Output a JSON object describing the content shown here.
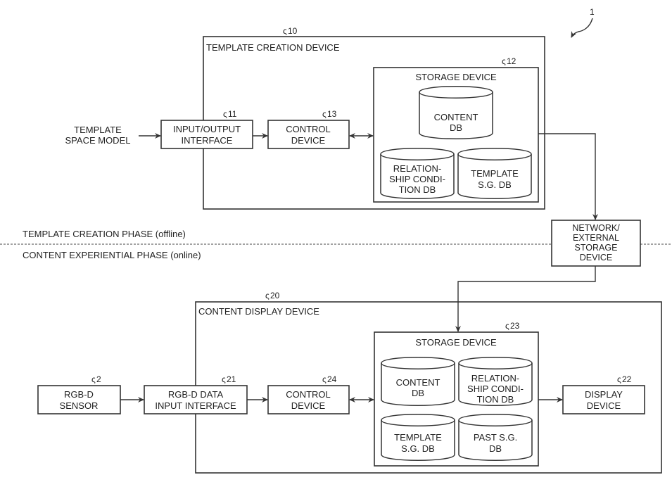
{
  "system_ref": "1",
  "template_creation_device": {
    "ref": "10",
    "title": "TEMPLATE CREATION DEVICE",
    "input_label": [
      "TEMPLATE",
      "SPACE MODEL"
    ],
    "io_interface": {
      "ref": "11",
      "lines": [
        "INPUT/OUTPUT",
        "INTERFACE"
      ]
    },
    "control_device": {
      "ref": "13",
      "lines": [
        "CONTROL",
        "DEVICE"
      ]
    },
    "storage": {
      "ref": "12",
      "title": "STORAGE DEVICE",
      "dbs": [
        {
          "lines": [
            "CONTENT",
            "DB"
          ]
        },
        {
          "lines": [
            "RELATION-",
            "SHIP CONDI-",
            "TION DB"
          ]
        },
        {
          "lines": [
            "TEMPLATE",
            "S.G. DB"
          ]
        }
      ]
    }
  },
  "network": {
    "lines": [
      "NETWORK/",
      "EXTERNAL",
      "STORAGE",
      "DEVICE"
    ]
  },
  "phases": {
    "offline": "TEMPLATE CREATION PHASE (offline)",
    "online": "CONTENT EXPERIENTIAL PHASE (online)"
  },
  "content_display_device": {
    "ref": "20",
    "title": "CONTENT DISPLAY DEVICE",
    "sensor": {
      "ref": "2",
      "lines": [
        "RGB-D",
        "SENSOR"
      ]
    },
    "input_interface": {
      "ref": "21",
      "lines": [
        "RGB-D DATA",
        "INPUT INTERFACE"
      ]
    },
    "control_device": {
      "ref": "24",
      "lines": [
        "CONTROL",
        "DEVICE"
      ]
    },
    "storage": {
      "ref": "23",
      "title": "STORAGE DEVICE",
      "dbs": [
        {
          "lines": [
            "CONTENT",
            "DB"
          ]
        },
        {
          "lines": [
            "RELATION-",
            "SHIP CONDI-",
            "TION DB"
          ]
        },
        {
          "lines": [
            "TEMPLATE",
            "S.G. DB"
          ]
        },
        {
          "lines": [
            "PAST S.G.",
            "DB"
          ]
        }
      ]
    },
    "display_device": {
      "ref": "22",
      "lines": [
        "DISPLAY",
        "DEVICE"
      ]
    }
  }
}
